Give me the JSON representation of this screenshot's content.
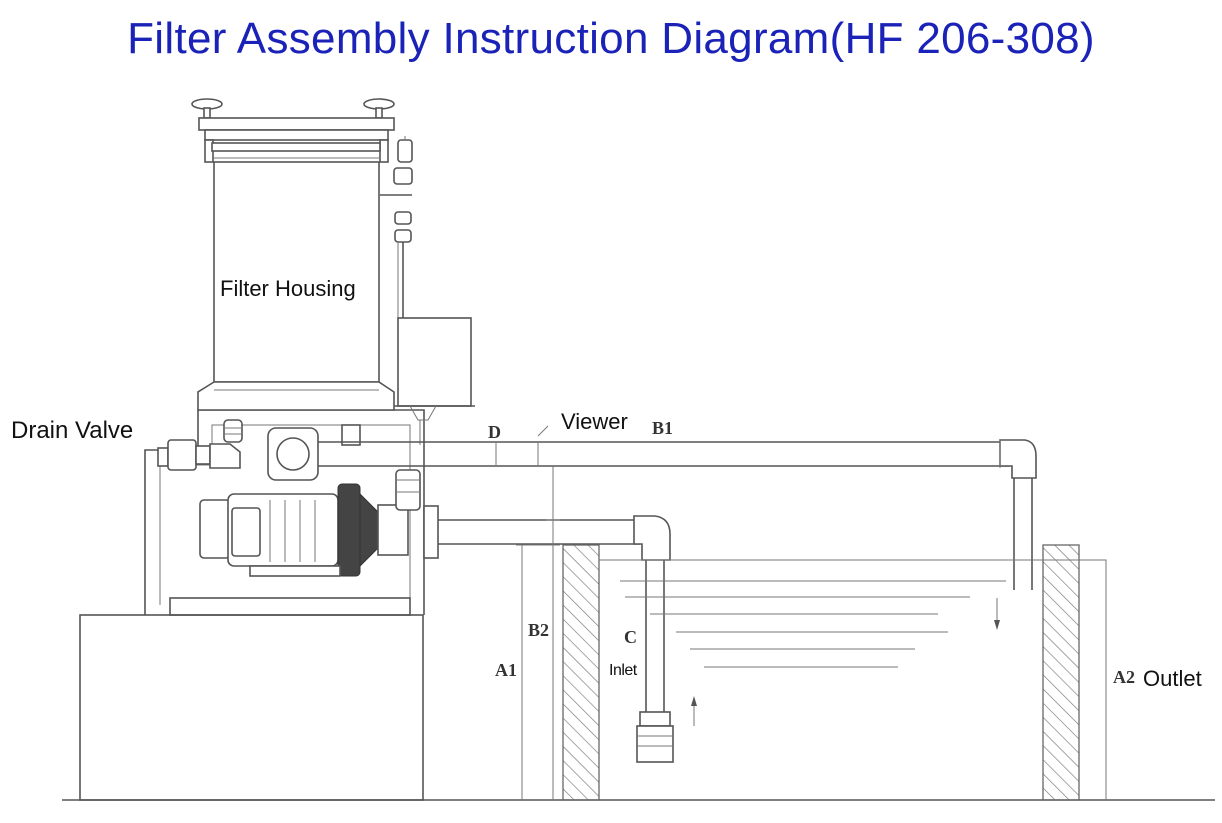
{
  "title": "Filter Assembly Instruction Diagram(HF 206-308)",
  "labels": {
    "filter_housing": "Filter Housing",
    "drain_valve": "Drain Valve",
    "viewer": "Viewer",
    "inlet": "Inlet",
    "outlet": "Outlet",
    "d": "D",
    "b1": "B1",
    "b2": "B2",
    "c": "C",
    "a1": "A1",
    "a2": "A2"
  },
  "colors": {
    "title": "#1a22b8",
    "line": "#555555"
  }
}
